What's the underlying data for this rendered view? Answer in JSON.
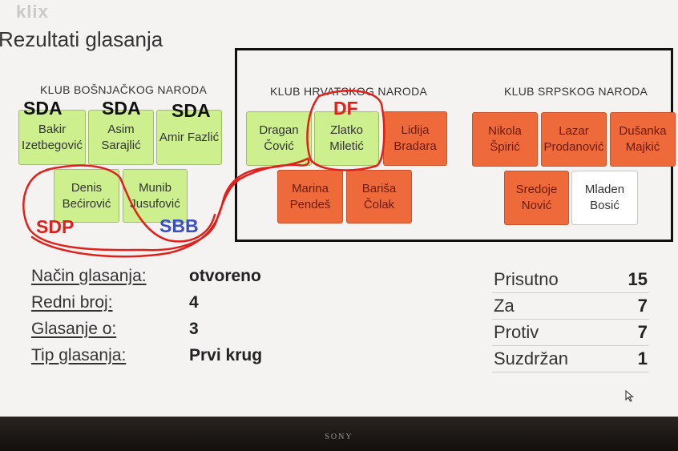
{
  "watermark": "klix",
  "title": "Rezultati glasanja",
  "clubs": {
    "bosnjacki": "KLUB BOŠNJAČKOG NARODA",
    "hrvatski": "KLUB HRVATSKOG NARODA",
    "srpski": "KLUB SRPSKOG NARODA"
  },
  "delegates": [
    {
      "name": "Bakir\nIzetbegović",
      "vote": "za"
    },
    {
      "name": "Asim\nSarajlić",
      "vote": "za"
    },
    {
      "name": "Amir Fazlić",
      "vote": "za"
    },
    {
      "name": "Denis\nBećirović",
      "vote": "za"
    },
    {
      "name": "Munib\nJusufović",
      "vote": "za"
    },
    {
      "name": "Dragan\nČović",
      "vote": "za"
    },
    {
      "name": "Zlatko\nMiletić",
      "vote": "za"
    },
    {
      "name": "Lidija\nBradara",
      "vote": "protiv"
    },
    {
      "name": "Marina\nPendeš",
      "vote": "protiv"
    },
    {
      "name": "Bariša\nČolak",
      "vote": "protiv"
    },
    {
      "name": "Nikola\nŠpirić",
      "vote": "protiv"
    },
    {
      "name": "Lazar\nProdanović",
      "vote": "protiv"
    },
    {
      "name": "Dušanka\nMajkić",
      "vote": "protiv"
    },
    {
      "name": "Sredoje\nNović",
      "vote": "protiv"
    },
    {
      "name": "Mladen\nBosić",
      "vote": "suzdrzan"
    }
  ],
  "annotations": {
    "sda_1": "SDA",
    "sda_2": "SDA",
    "sda_3": "SDA",
    "sdp": "SDP",
    "sbb": "SBB",
    "df": "DF",
    "colors": {
      "black": "#111111",
      "red": "#e0201a",
      "blue": "#3a4fc4"
    }
  },
  "info": {
    "nacin_label": "Način glasanja:",
    "nacin_value": "otvoreno",
    "redni_label": "Redni broj:",
    "redni_value": "4",
    "glasanje_label": "Glasanje o:",
    "glasanje_value": "3",
    "tip_label": "Tip glasanja:",
    "tip_value": "Prvi krug"
  },
  "results": {
    "prisutno_label": "Prisutno",
    "prisutno_value": "15",
    "za_label": "Za",
    "za_value": "7",
    "protiv_label": "Protiv",
    "protiv_value": "7",
    "suzdrzan_label": "Suzdržan",
    "suzdrzan_value": "1"
  },
  "tv_brand": "SONY",
  "vote_colors": {
    "za": "#cdef8e",
    "protiv": "#ef6a3a",
    "suzdrzan": "#ffffff"
  }
}
